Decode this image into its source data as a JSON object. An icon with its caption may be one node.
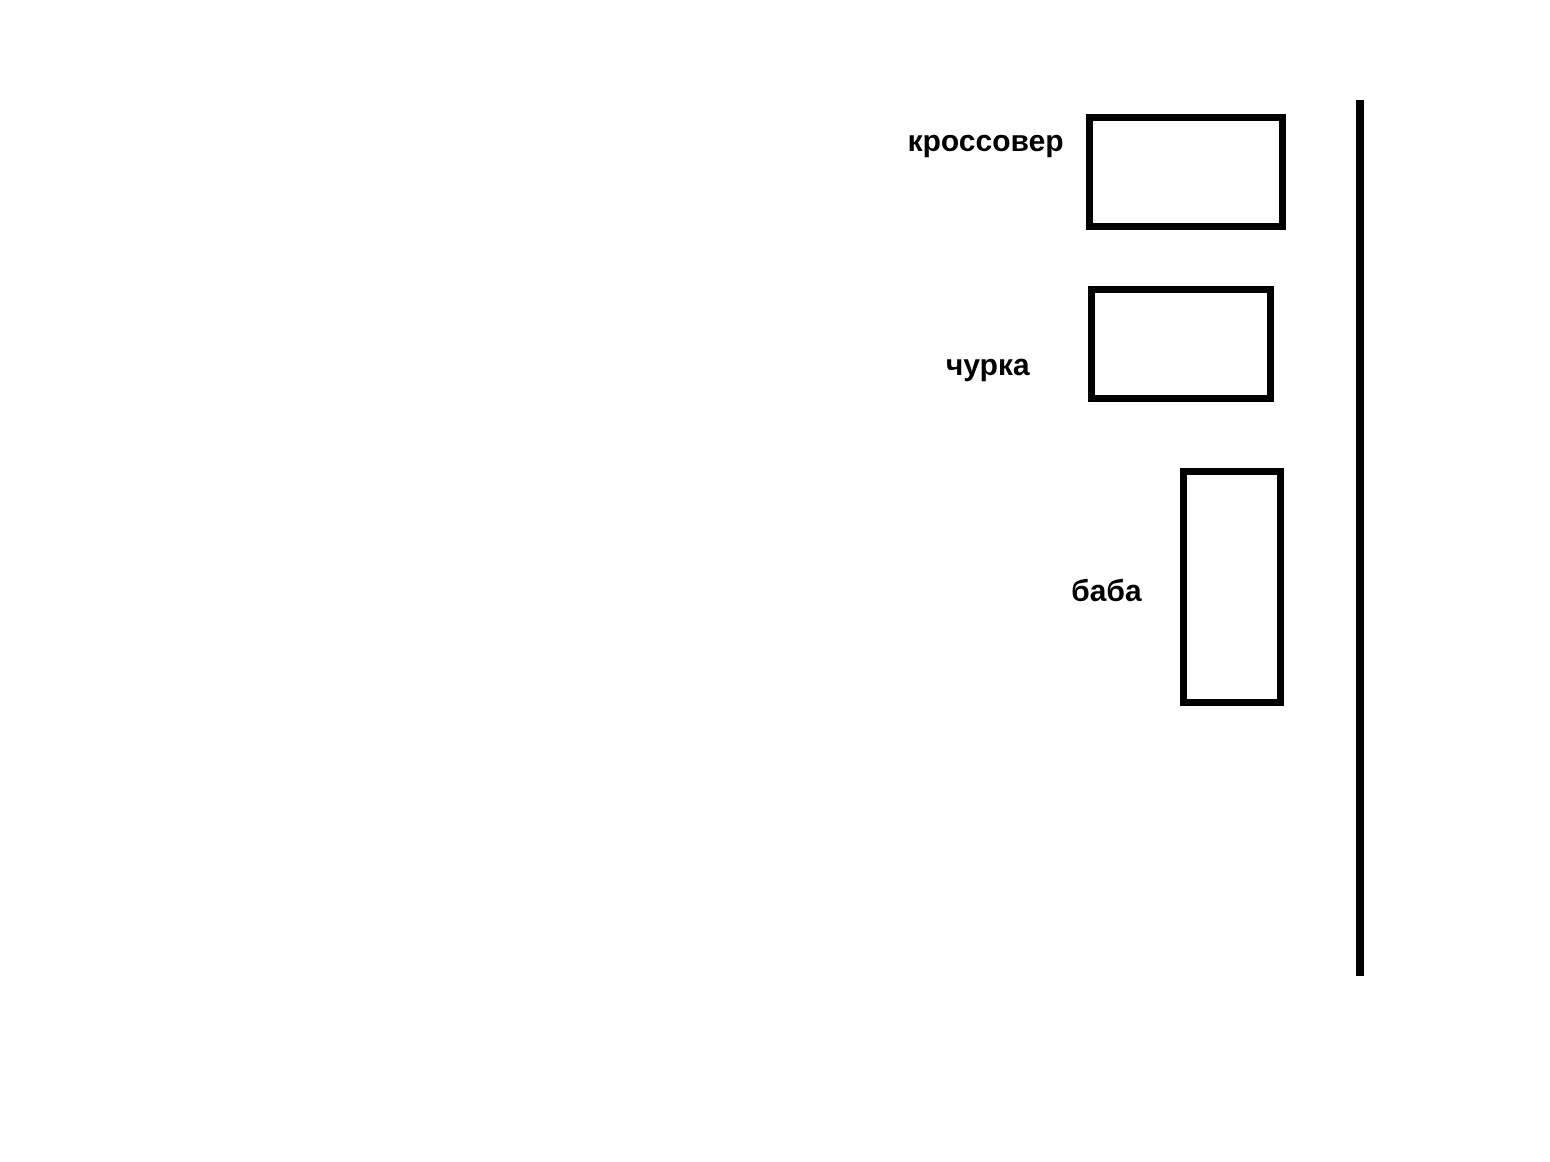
{
  "diagram": {
    "nodes": [
      {
        "text": [
          "кроссовер"
        ]
      },
      {
        "text": [
          "чурка"
        ]
      },
      {
        "text": [
          "баба"
        ]
      }
    ]
  }
}
